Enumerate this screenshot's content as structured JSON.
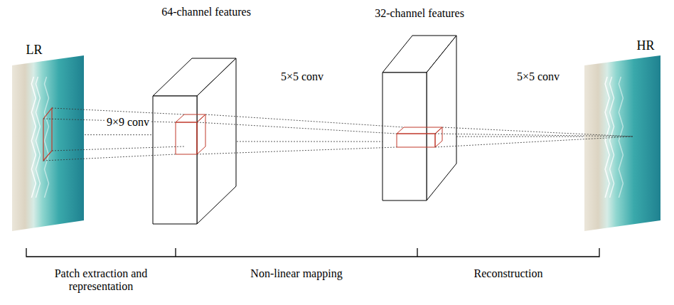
{
  "diagram": {
    "nodes": [
      {
        "text": [
          "LR"
        ]
      },
      {
        "text": [
          "64-channel features"
        ]
      },
      {
        "text": [
          "32-channel features"
        ]
      },
      {
        "text": [
          "HR"
        ]
      }
    ],
    "edges": [
      {
        "from": 0,
        "to": 1,
        "arrow": "none",
        "label": "9×9 conv"
      },
      {
        "from": 1,
        "to": 2,
        "arrow": "none",
        "label": "5×5 conv"
      },
      {
        "from": 2,
        "to": 3,
        "arrow": "none",
        "label": "5×5 conv"
      }
    ],
    "labels": [
      "Patch extraction and representation",
      "Non-linear mapping",
      "Reconstruction"
    ]
  }
}
